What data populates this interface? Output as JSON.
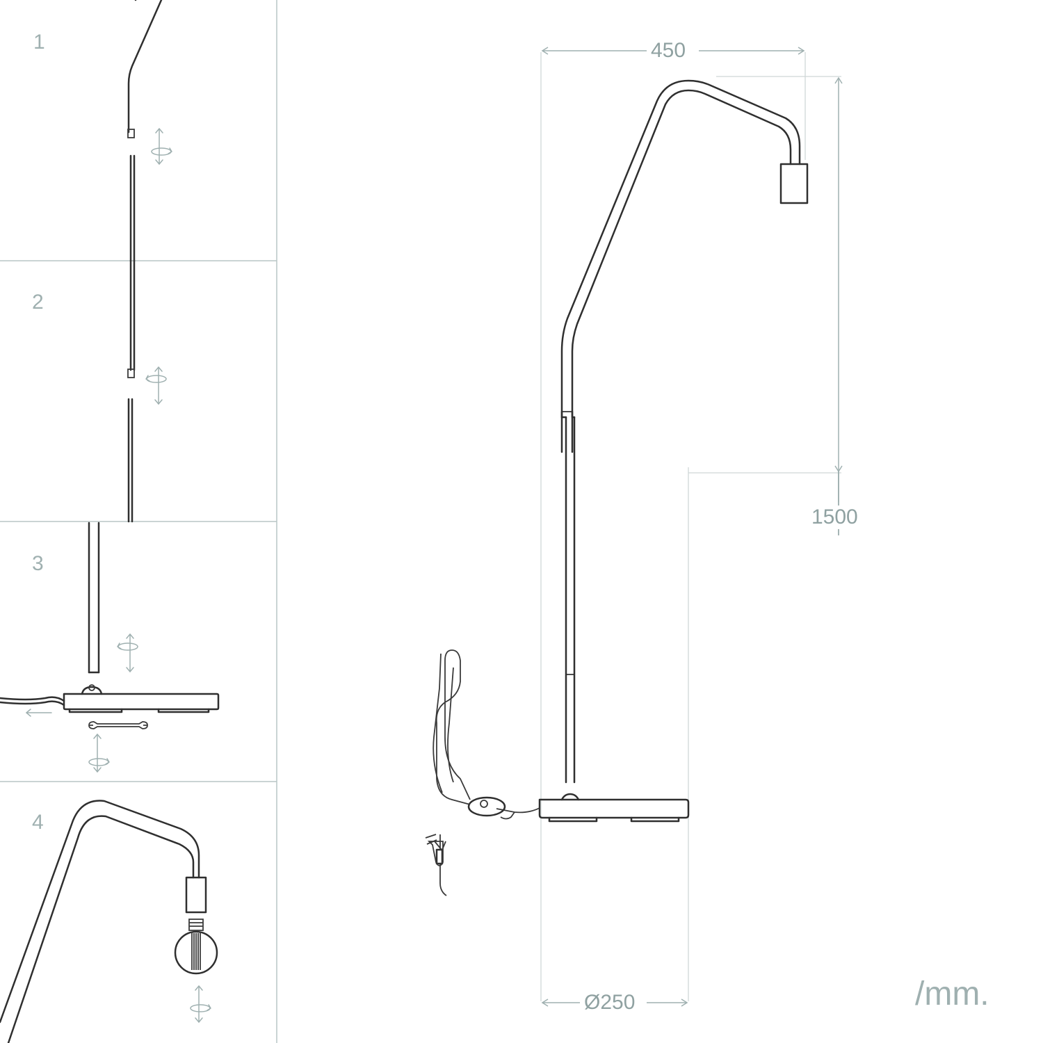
{
  "steps": [
    {
      "number": "1"
    },
    {
      "number": "2"
    },
    {
      "number": "3"
    },
    {
      "number": "4"
    }
  ],
  "dimensions": {
    "width": "450",
    "height": "1500",
    "base_diameter": "Ø250"
  },
  "unit_label": "/mm.",
  "colors": {
    "line": "#2f2f2f",
    "dimension": "#9fb0b0",
    "grid": "#b9c6c6"
  }
}
